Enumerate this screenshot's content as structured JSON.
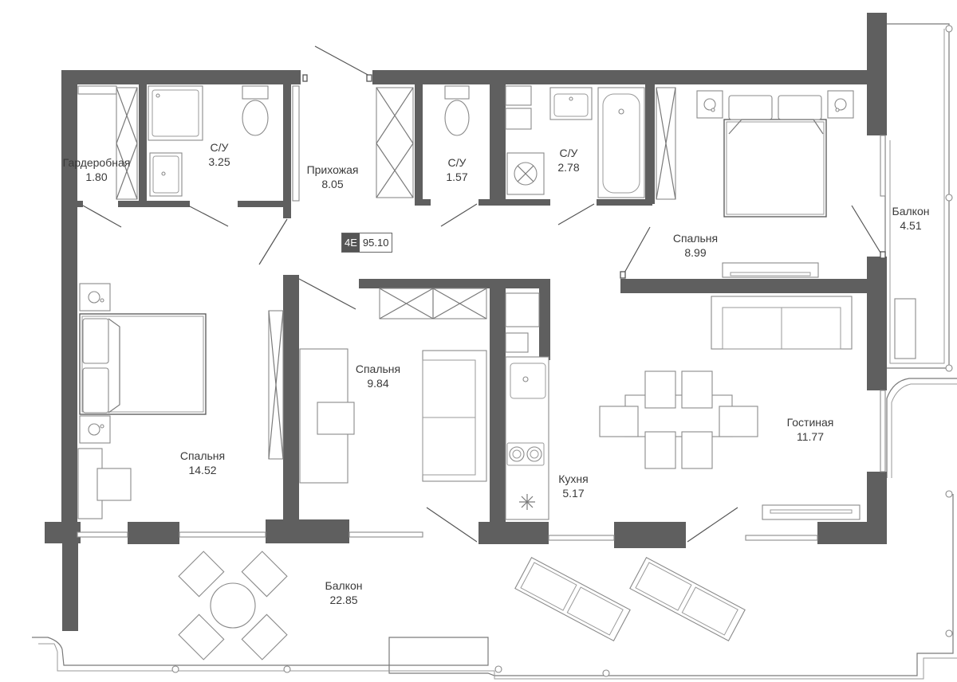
{
  "apartment": {
    "code": "4E",
    "area": "95.10"
  },
  "rooms": [
    {
      "id": "wardrobe",
      "name": "Гардеробная",
      "area": "1.80"
    },
    {
      "id": "bath1",
      "name": "С/У",
      "area": "3.25"
    },
    {
      "id": "hall",
      "name": "Прихожая",
      "area": "8.05"
    },
    {
      "id": "bath2",
      "name": "С/У",
      "area": "1.57"
    },
    {
      "id": "bath3",
      "name": "С/У",
      "area": "2.78"
    },
    {
      "id": "bedroom-ne",
      "name": "Спальня",
      "area": "8.99"
    },
    {
      "id": "balcony-e",
      "name": "Балкон",
      "area": "4.51"
    },
    {
      "id": "bedroom-w",
      "name": "Спальня",
      "area": "14.52"
    },
    {
      "id": "bedroom-c",
      "name": "Спальня",
      "area": "9.84"
    },
    {
      "id": "kitchen",
      "name": "Кухня",
      "area": "5.17"
    },
    {
      "id": "living",
      "name": "Гостиная",
      "area": "11.77"
    },
    {
      "id": "balcony-s",
      "name": "Балкон",
      "area": "22.85"
    }
  ],
  "colors": {
    "wall": "#5f5f5f",
    "line": "#7a7a7a",
    "badge": "#555555"
  }
}
